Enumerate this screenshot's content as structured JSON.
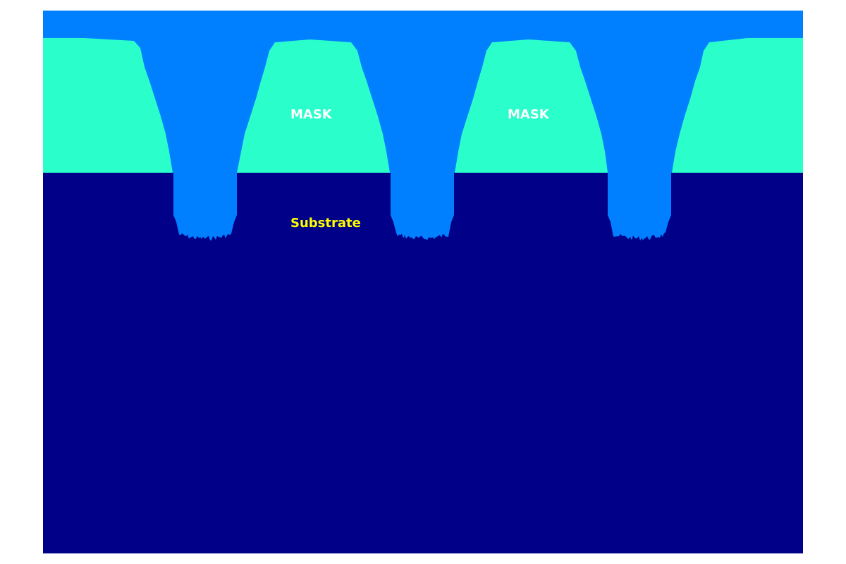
{
  "labels": {
    "mask_1": "MASK",
    "mask_2": "MASK",
    "substrate": "Substrate"
  },
  "colors": {
    "background": "#ffffff",
    "gas": "#0080ff",
    "mask": "#2affcc",
    "substrate": "#000088",
    "trench_floor": "#0a4fd6",
    "mask_label": "#ffffff",
    "substrate_label": "#ffff00"
  },
  "structure": {
    "trench_count": 3,
    "mask_blocks": 4,
    "rough_trench_bottoms": true
  }
}
